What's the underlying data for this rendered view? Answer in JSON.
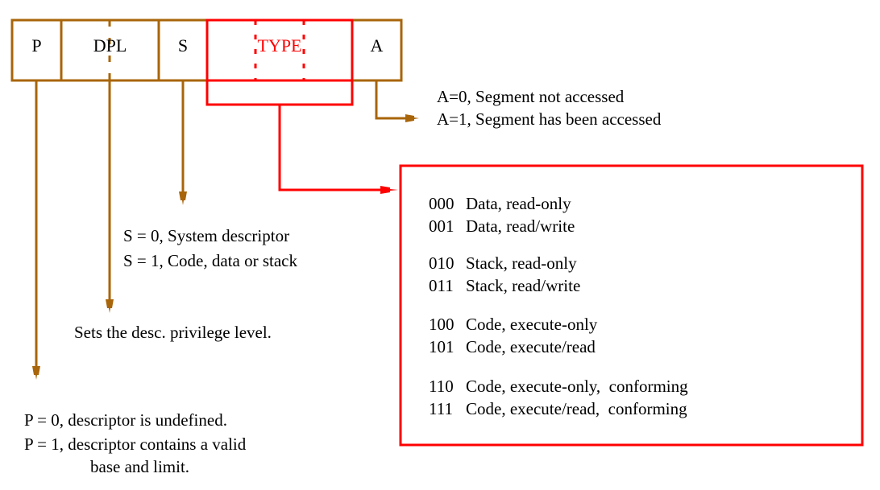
{
  "colors": {
    "bracket": "#A8650A",
    "type": "#FF0000",
    "text": "#000000"
  },
  "fields": [
    {
      "key": "p",
      "label": "P"
    },
    {
      "key": "dpl",
      "label": "DPL"
    },
    {
      "key": "s",
      "label": "S"
    },
    {
      "key": "type",
      "label": "TYPE"
    },
    {
      "key": "a",
      "label": "A"
    }
  ],
  "annotations": {
    "a": [
      "A=0, Segment not accessed",
      "A=1, Segment has been accessed"
    ],
    "s": [
      "S = 0, System descriptor",
      "S = 1, Code, data or stack"
    ],
    "dpl": "Sets the desc. privilege level.",
    "p": [
      "P = 0, descriptor is undefined.",
      "P = 1, descriptor contains a valid",
      "base and limit."
    ]
  },
  "type_table": [
    {
      "code": "000",
      "desc": "Data, read-only"
    },
    {
      "code": "001",
      "desc": "Data, read/write"
    },
    {
      "code": "010",
      "desc": "Stack, read-only"
    },
    {
      "code": "011",
      "desc": "Stack, read/write"
    },
    {
      "code": "100",
      "desc": "Code, execute-only"
    },
    {
      "code": "101",
      "desc": "Code, execute/read"
    },
    {
      "code": "110",
      "desc": "Code, execute-only,  conforming"
    },
    {
      "code": "111",
      "desc": "Code, execute/read,  conforming"
    }
  ]
}
